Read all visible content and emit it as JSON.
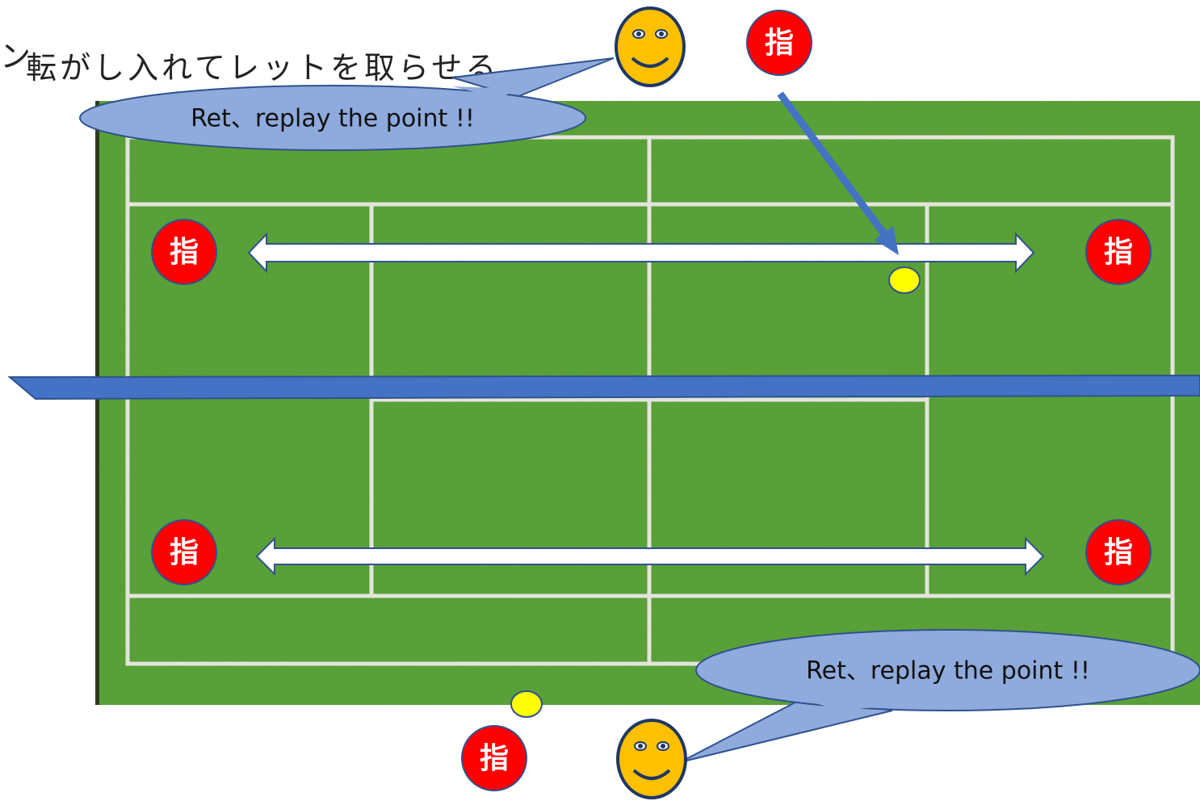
{
  "header": {
    "line1": "転がし入れてレットを取らせる",
    "line2": "ン"
  },
  "bubbles": {
    "top": "Ret、replay the point !!",
    "bottom": "Ret、replay the point !!"
  },
  "markers": {
    "finger": "指"
  },
  "colors": {
    "court_grass": "#4f9a2a",
    "court_lines": "#e6e6e6",
    "net": "#4472c4",
    "bubble_fill": "#8faadc",
    "smiley_fill": "#ffc000",
    "marker_red": "#ff0000",
    "ball_yellow": "#ffff00"
  }
}
